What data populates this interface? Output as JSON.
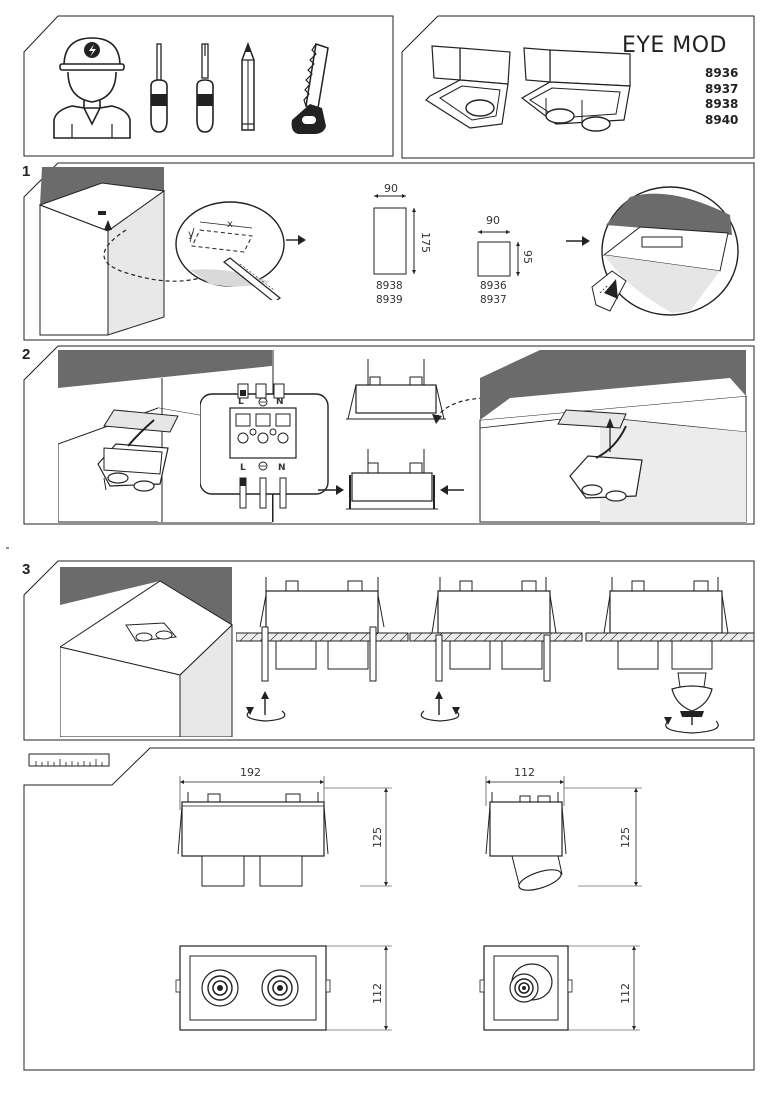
{
  "header": {
    "product_title": "EYE MOD",
    "product_codes": [
      "8936",
      "8937",
      "8938",
      "8940"
    ]
  },
  "steps": {
    "step1": {
      "number": "1",
      "cutout_large": {
        "width": "90",
        "height": "175",
        "codes": [
          "8938",
          "8939"
        ]
      },
      "cutout_small": {
        "width": "90",
        "height": "95",
        "codes": [
          "8936",
          "8937"
        ]
      },
      "measure_labels": {
        "x": "x",
        "y": "y"
      }
    },
    "step2": {
      "number": "2",
      "terminal_labels": {
        "l_top": "L",
        "n_top": "N",
        "l_bottom": "L",
        "n_bottom": "N"
      }
    },
    "step3": {
      "number": "3"
    }
  },
  "dimensions": {
    "double_width": "192",
    "double_height": "125",
    "double_depth": "112",
    "single_width": "112",
    "single_height": "125",
    "single_depth": "112"
  },
  "icons": [
    "electrician-icon",
    "screwdriver-flat-icon",
    "screwdriver-phillips-icon",
    "pencil-icon",
    "saw-icon",
    "ruler-icon"
  ],
  "colors": {
    "line": "#222222",
    "ceiling_dark": "#6b6b6b",
    "wall_light": "#e6e6e6"
  }
}
